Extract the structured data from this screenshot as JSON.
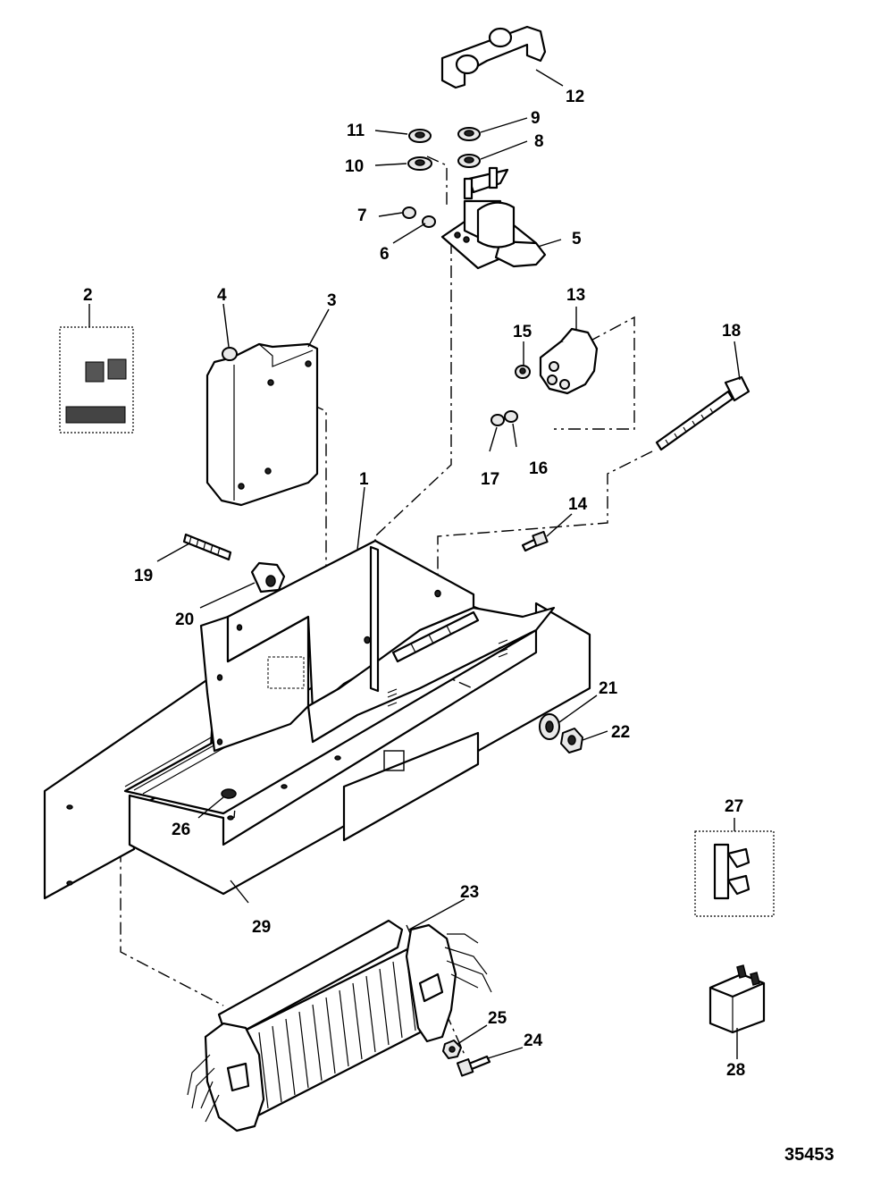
{
  "diagram": {
    "figure_number": "35453",
    "callouts": [
      "1",
      "2",
      "3",
      "4",
      "5",
      "6",
      "7",
      "8",
      "9",
      "10",
      "11",
      "12",
      "13",
      "14",
      "15",
      "16",
      "17",
      "18",
      "19",
      "20",
      "21",
      "22",
      "23",
      "24",
      "25",
      "26",
      "27",
      "28",
      "29"
    ]
  }
}
